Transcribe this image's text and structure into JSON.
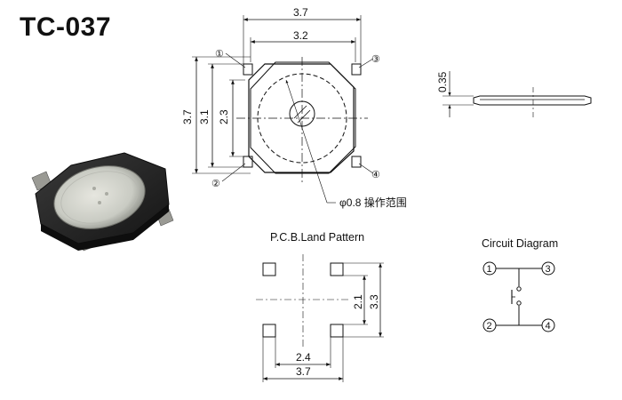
{
  "title": "TC-037",
  "top_view": {
    "dim_total_width": "3.7",
    "dim_body_width": "3.2",
    "dim_total_height": "3.7",
    "dim_body_height": "3.1",
    "dim_inner_height": "2.3",
    "actuator_note": "φ0.8 操作范围",
    "pin_labels": [
      "①",
      "②",
      "③",
      "④"
    ]
  },
  "side_view": {
    "dim_height": "0.35"
  },
  "pcb": {
    "caption": "P.C.B.Land Pattern",
    "dim_inner_width": "2.4",
    "dim_outer_width": "3.7",
    "dim_inner_height": "2.1",
    "dim_outer_height": "3.3"
  },
  "circuit": {
    "caption": "Circuit Diagram",
    "pins": [
      "1",
      "3",
      "2",
      "4"
    ]
  }
}
